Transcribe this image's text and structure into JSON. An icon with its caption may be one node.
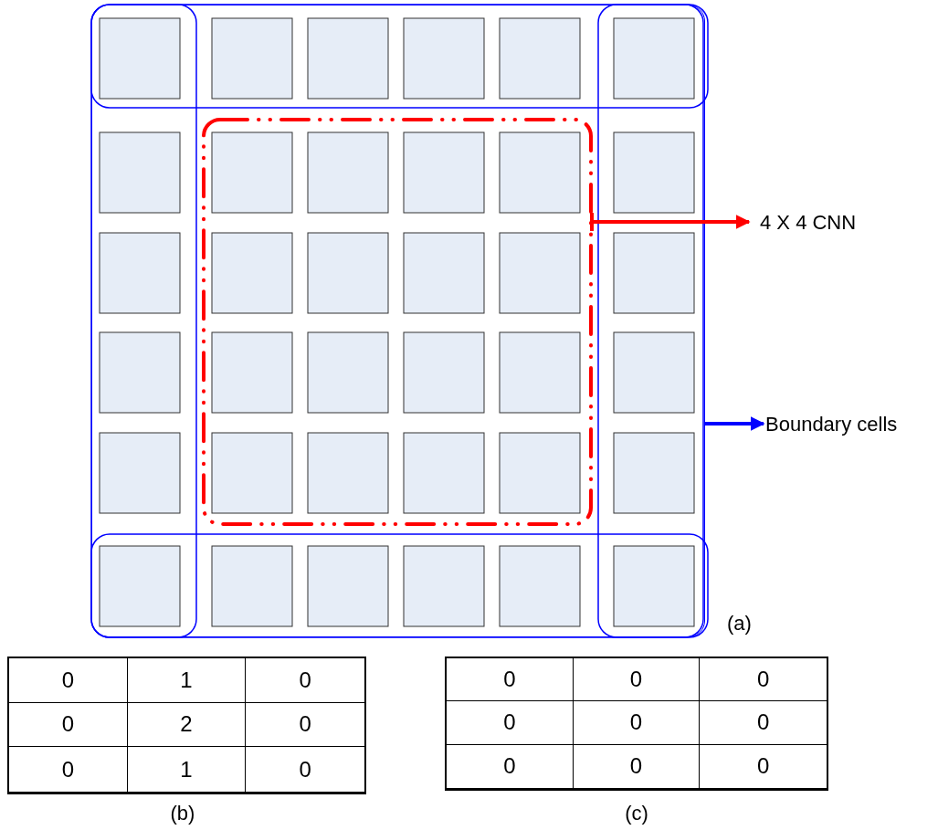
{
  "diagram": {
    "nodes": [
      {
        "text": [],
        "shape": "box"
      },
      {
        "text": [],
        "shape": "box",
        "in": 0
      },
      {
        "text": [
          "4 X 4 CNN"
        ]
      },
      {
        "text": [
          "Boundary cells"
        ]
      }
    ],
    "edges": [
      {
        "from": 1,
        "to": 2,
        "arrow": "to",
        "color": "#ff0000"
      },
      {
        "from": 0,
        "to": 3,
        "arrow": "to",
        "color": "#0000ff"
      }
    ],
    "labels": [
      "(a)",
      "0",
      "1",
      "0",
      "0",
      "2",
      "0",
      "0",
      "1",
      "0",
      "(b)",
      "0",
      "0",
      "0",
      "0",
      "0",
      "0",
      "0",
      "0",
      "0",
      "(c)"
    ]
  }
}
